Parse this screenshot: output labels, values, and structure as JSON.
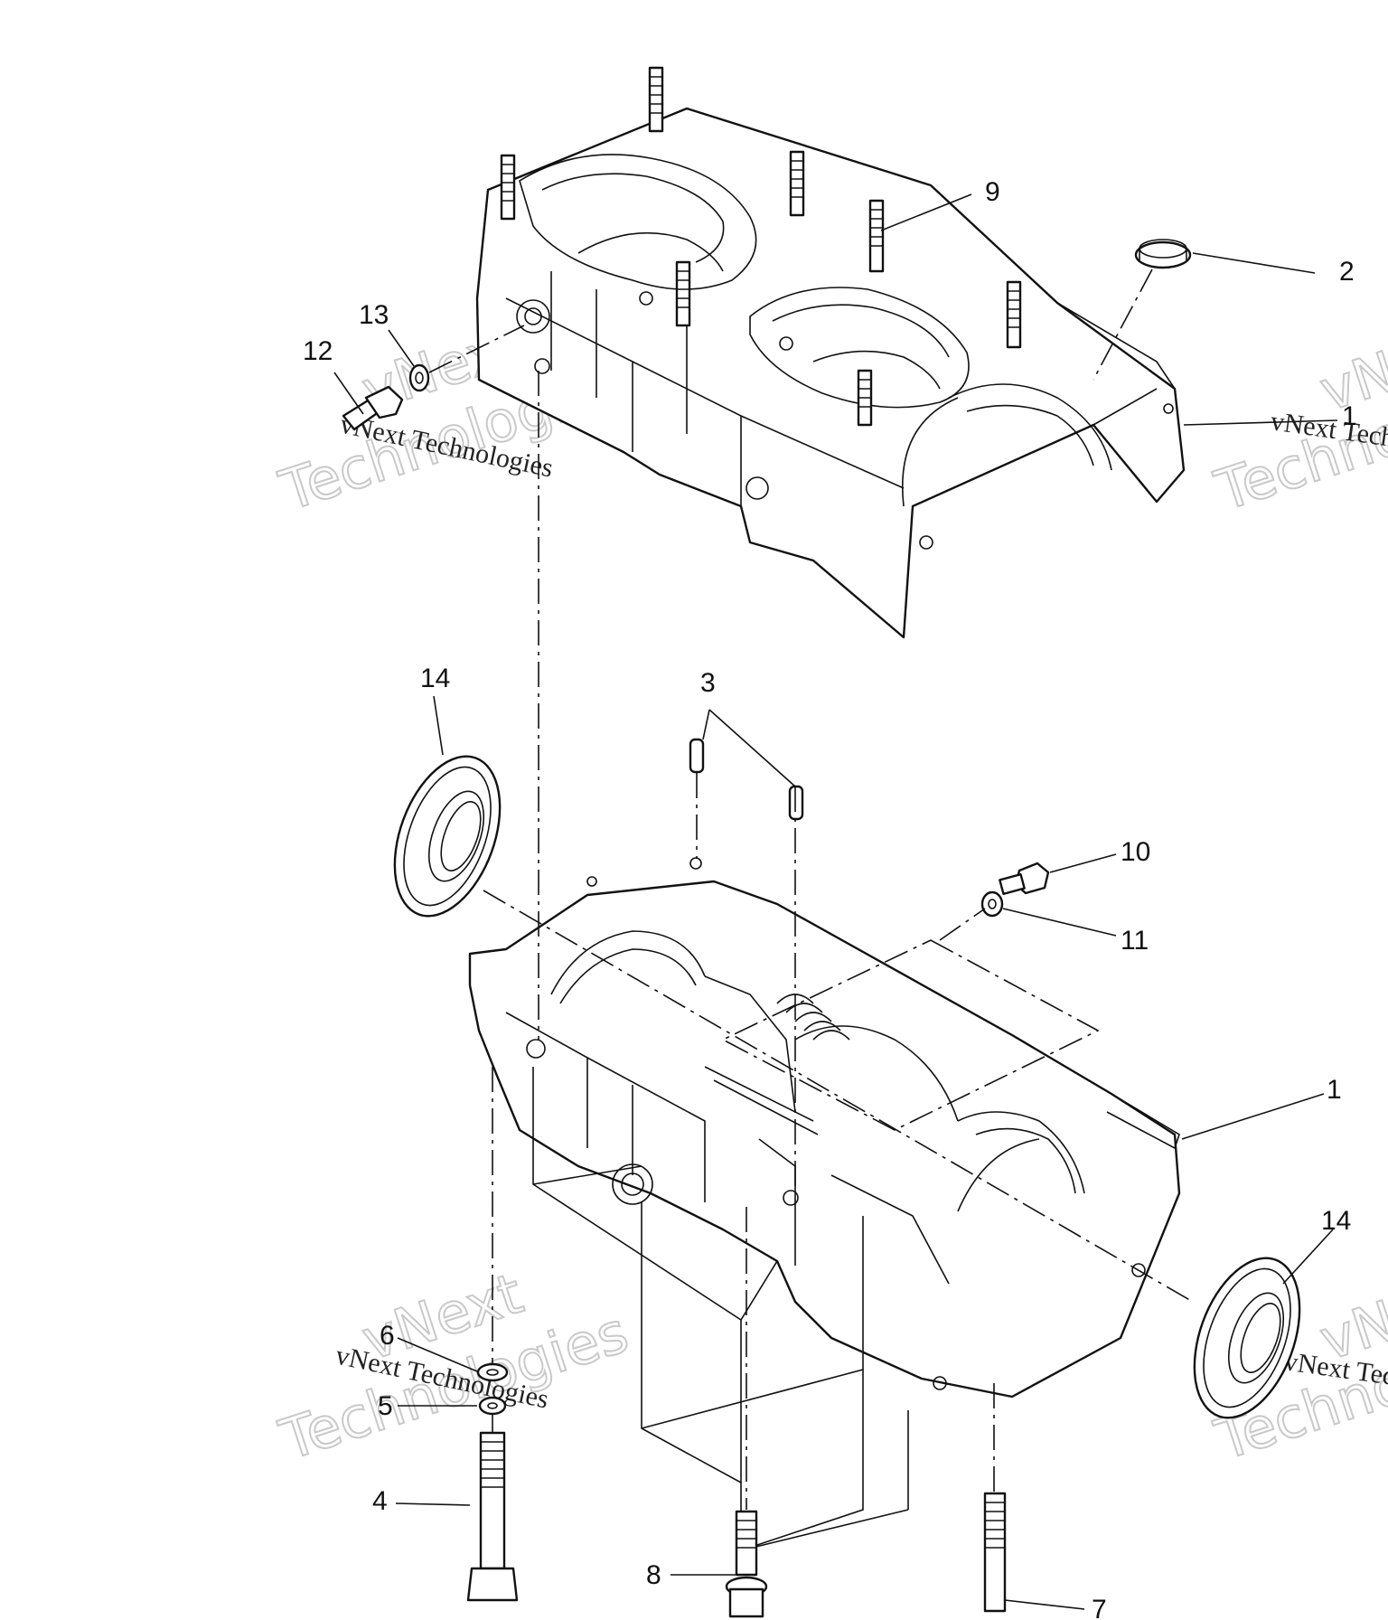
{
  "callouts": {
    "c1_upper": "1",
    "c1_lower": "1",
    "c2": "2",
    "c3": "3",
    "c4": "4",
    "c5": "5",
    "c6": "6",
    "c7": "7",
    "c8": "8",
    "c9": "9",
    "c10": "10",
    "c11": "11",
    "c12": "12",
    "c13": "13",
    "c14_left": "14",
    "c14_right": "14"
  },
  "watermark": {
    "line_vnext": "vNext",
    "line_company": "vNext Technologies",
    "line_tech": "Technologies"
  },
  "colors": {
    "ink": "#111111",
    "background": "#ffffff",
    "watermark": "#c9c9c9"
  }
}
